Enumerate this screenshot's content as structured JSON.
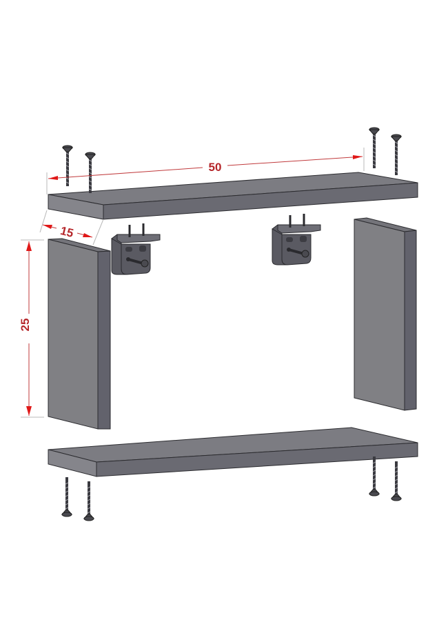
{
  "diagram": {
    "type": "shelf-assembly-exploded-view",
    "colors": {
      "background": "#ffffff",
      "board": "#7c7c82",
      "board_edge": "#6a6a72",
      "dimension": "#b5262a",
      "arrow": "#e01818"
    },
    "dimensions": {
      "width": {
        "label": "50",
        "unit": "cm"
      },
      "depth": {
        "label": "15",
        "unit": "cm"
      },
      "height": {
        "label": "25",
        "unit": "cm"
      }
    },
    "parts": [
      {
        "id": "top-shelf",
        "name": "Top shelf board"
      },
      {
        "id": "left-panel",
        "name": "Left side panel"
      },
      {
        "id": "right-panel",
        "name": "Right side panel"
      },
      {
        "id": "bottom-shelf",
        "name": "Bottom shelf board"
      },
      {
        "id": "bracket-left",
        "name": "Left connector bracket"
      },
      {
        "id": "bracket-right",
        "name": "Right connector bracket"
      },
      {
        "id": "screws-top",
        "name": "Top screws",
        "count": 4
      },
      {
        "id": "screws-bottom",
        "name": "Bottom screws",
        "count": 4
      }
    ]
  }
}
